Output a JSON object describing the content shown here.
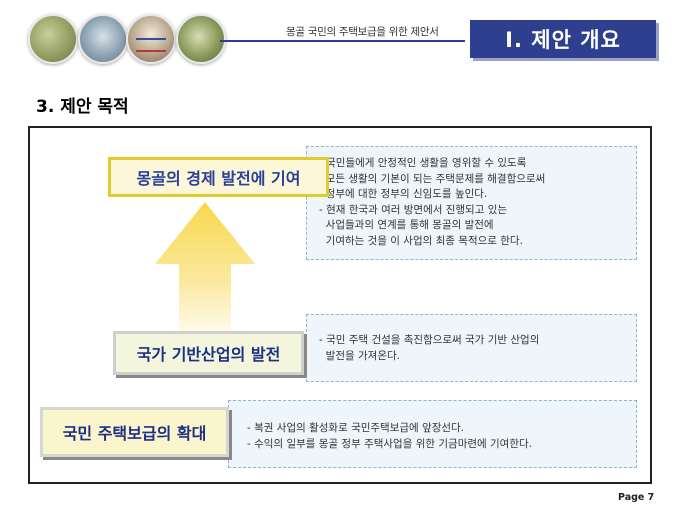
{
  "header": {
    "document_title": "몽골 국민의 주택보급을 위한 제안서",
    "section_label": "I. 제안 개요"
  },
  "heading": "3. 제안 목적",
  "goals": [
    {
      "label": "몽골의 경제 발전에 기여",
      "lines": [
        "- 국민들에게 안정적인 생활을 영위할 수 있도록",
        "  모든 생활의 기본이 되는 주택문제를 해결함으로써",
        "  정부에 대한 정부의 신임도를 높인다.",
        "- 현재 한국과 여러 방면에서 진행되고 있는",
        "  사업들과의 연계를 통해 몽골의 발전에",
        "  기여하는 것을 이 사업의 최종 목적으로 한다."
      ]
    },
    {
      "label": "국가 기반산업의 발전",
      "lines": [
        "- 국민 주택 건설을 촉진함으로써 국가 기반 산업의",
        "  발전을 가져온다."
      ]
    },
    {
      "label": "국민 주택보급의 확대",
      "lines": [
        "- 복권 사업의 활성화로 국민주택보급에 앞장선다.",
        "- 수익의 일부를 몽골 정부 주택사업을 위한 기금마련에 기여한다."
      ]
    }
  ],
  "page_label": "Page 7",
  "colors": {
    "section_box": "#2d3f8e",
    "goal_text": "#1c2f86",
    "top_goal_border": "#e2cb2c",
    "arrow_yellow": "#f7d84a"
  }
}
